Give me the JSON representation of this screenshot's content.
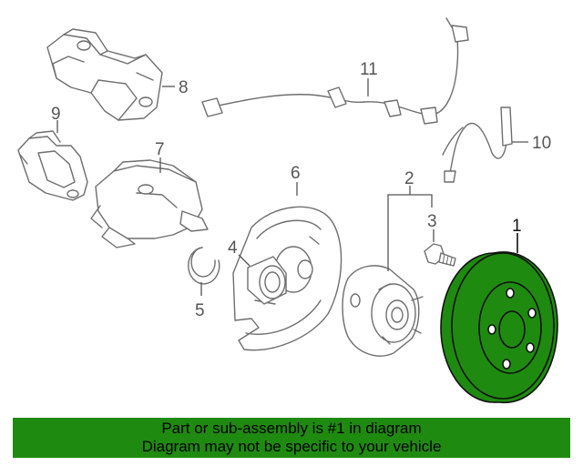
{
  "diagram": {
    "callouts": {
      "p1": "1",
      "p2": "2",
      "p3": "3",
      "p4": "4",
      "p5": "5",
      "p6": "6",
      "p7": "7",
      "p8": "8",
      "p9": "9",
      "p10": "10",
      "p11": "11"
    },
    "highlight_color": "#1f8a10"
  },
  "banner": {
    "line1": "Part or sub-assembly is #1 in diagram",
    "line2": "Diagram may not be specific to your vehicle",
    "background": "#1f8a10"
  }
}
